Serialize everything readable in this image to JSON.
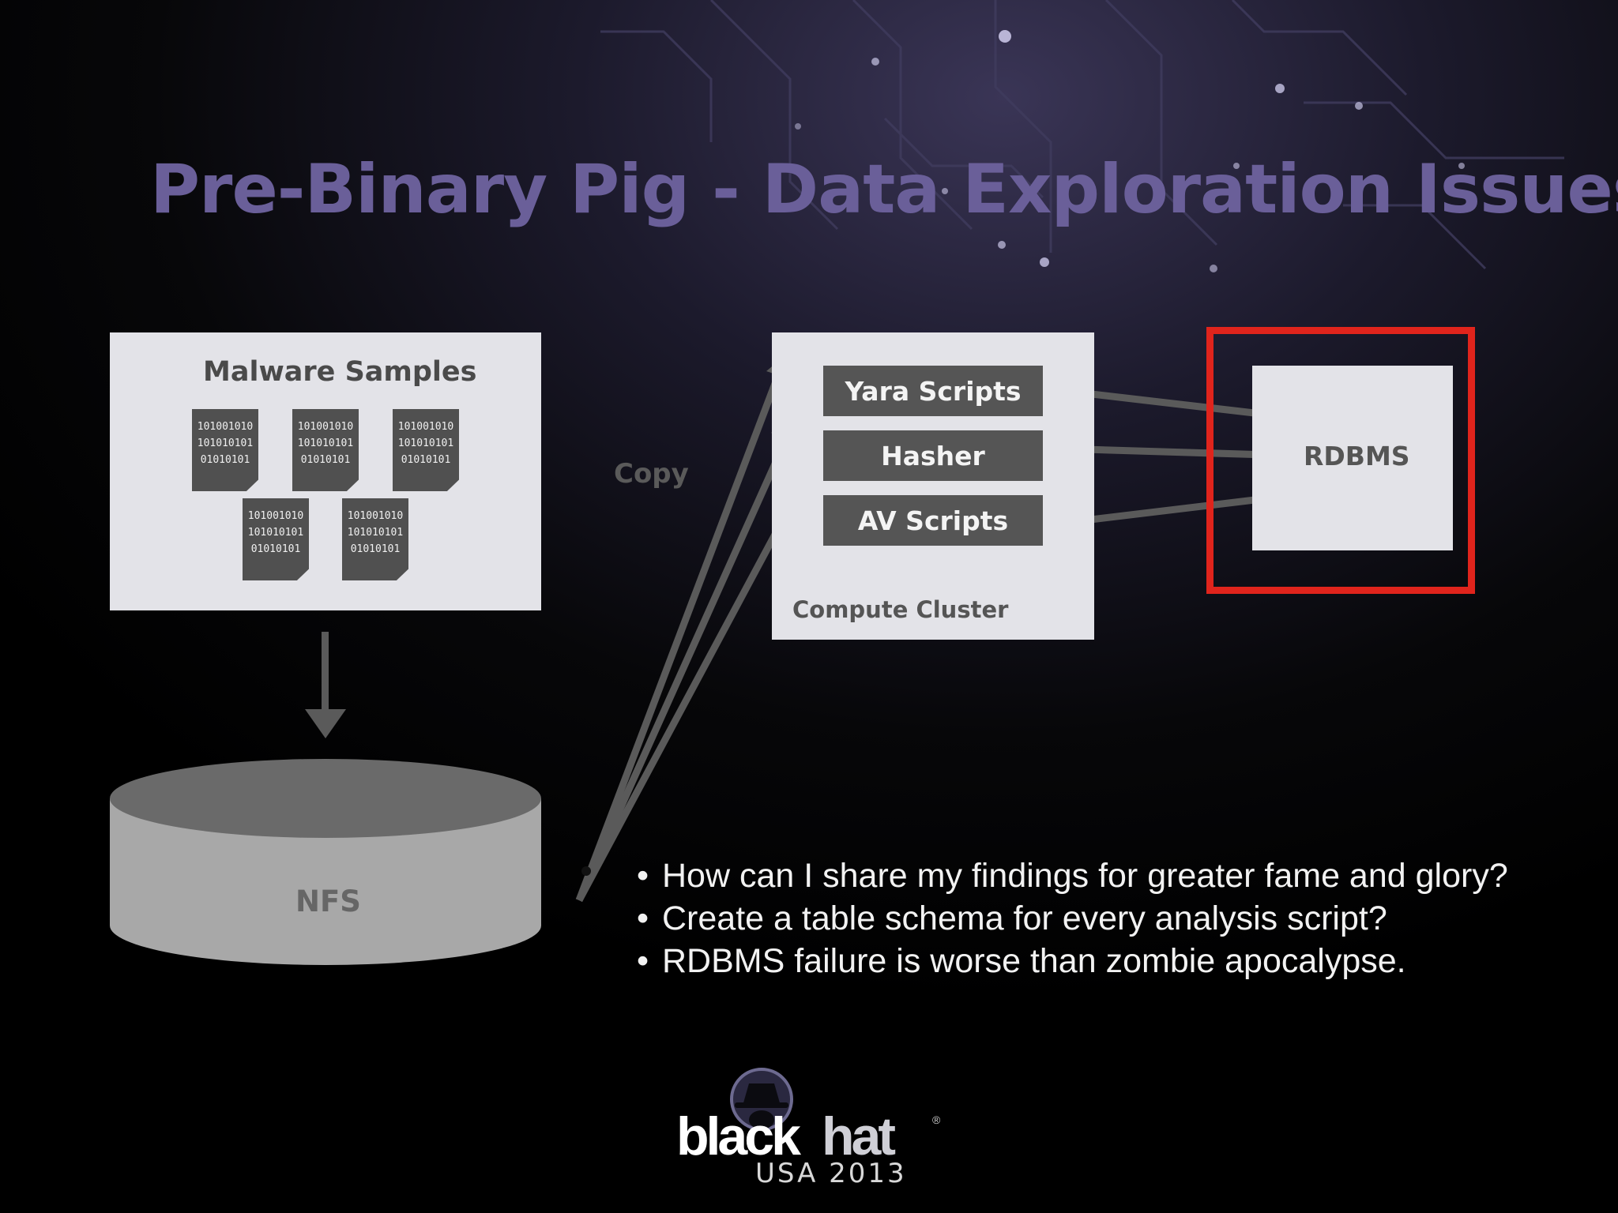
{
  "title": "Pre-Binary Pig - Data Exploration Issues",
  "malware_panel": {
    "title": "Malware Samples",
    "file_lines": [
      "101001010",
      "101010101",
      "01010101"
    ]
  },
  "storage": {
    "label": "NFS"
  },
  "copy_label": "Copy",
  "compute_cluster": {
    "label": "Compute Cluster",
    "scripts": [
      "Yara Scripts",
      "Hasher",
      "AV Scripts"
    ]
  },
  "database": {
    "label": "RDBMS",
    "highlight_color": "#e0241c"
  },
  "bullets": [
    "How can I share my findings for greater fame and glory?",
    "Create a table schema for every analysis script?",
    "RDBMS failure is worse than zombie apocalypse."
  ],
  "logo": {
    "word1": "black",
    "word2": "hat",
    "registered": "®",
    "subtitle": "USA 2013"
  },
  "colors": {
    "title": "#6a5f99",
    "panel": "#e3e3e8",
    "arrow": "#5a5a5a"
  }
}
